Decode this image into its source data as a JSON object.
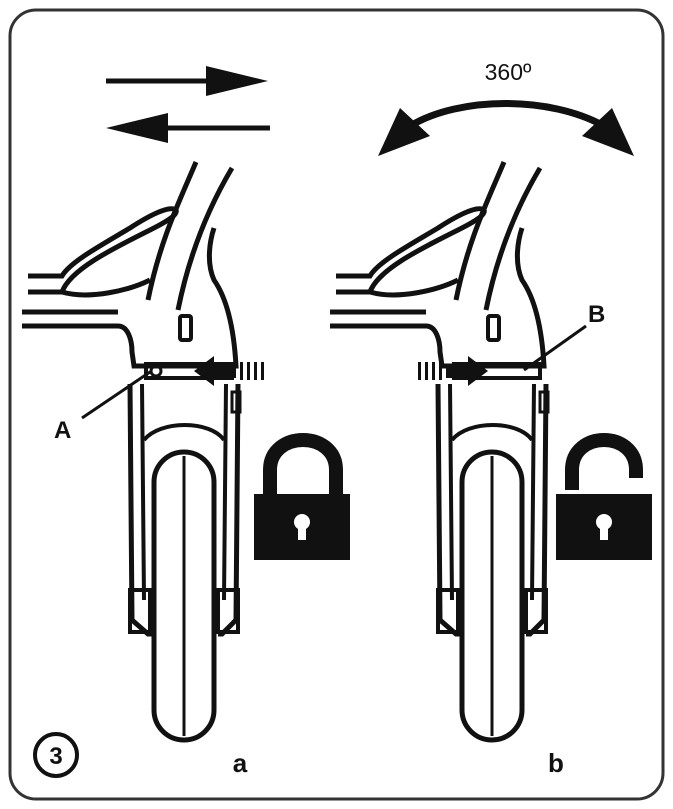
{
  "step": {
    "number": "3"
  },
  "panel_a": {
    "caption": "a",
    "part_label": "A",
    "lock_state": "locked"
  },
  "panel_b": {
    "caption": "b",
    "part_label": "B",
    "lock_state": "unlocked",
    "rotation_text": "360º"
  },
  "colors": {
    "ink": "#111111",
    "background": "#ffffff",
    "frame": "#333333"
  },
  "icons": [
    "double-arrow-left-right-icon",
    "curved-rotation-arrow-icon",
    "padlock-closed-icon",
    "padlock-open-icon",
    "push-arrow-icon"
  ]
}
